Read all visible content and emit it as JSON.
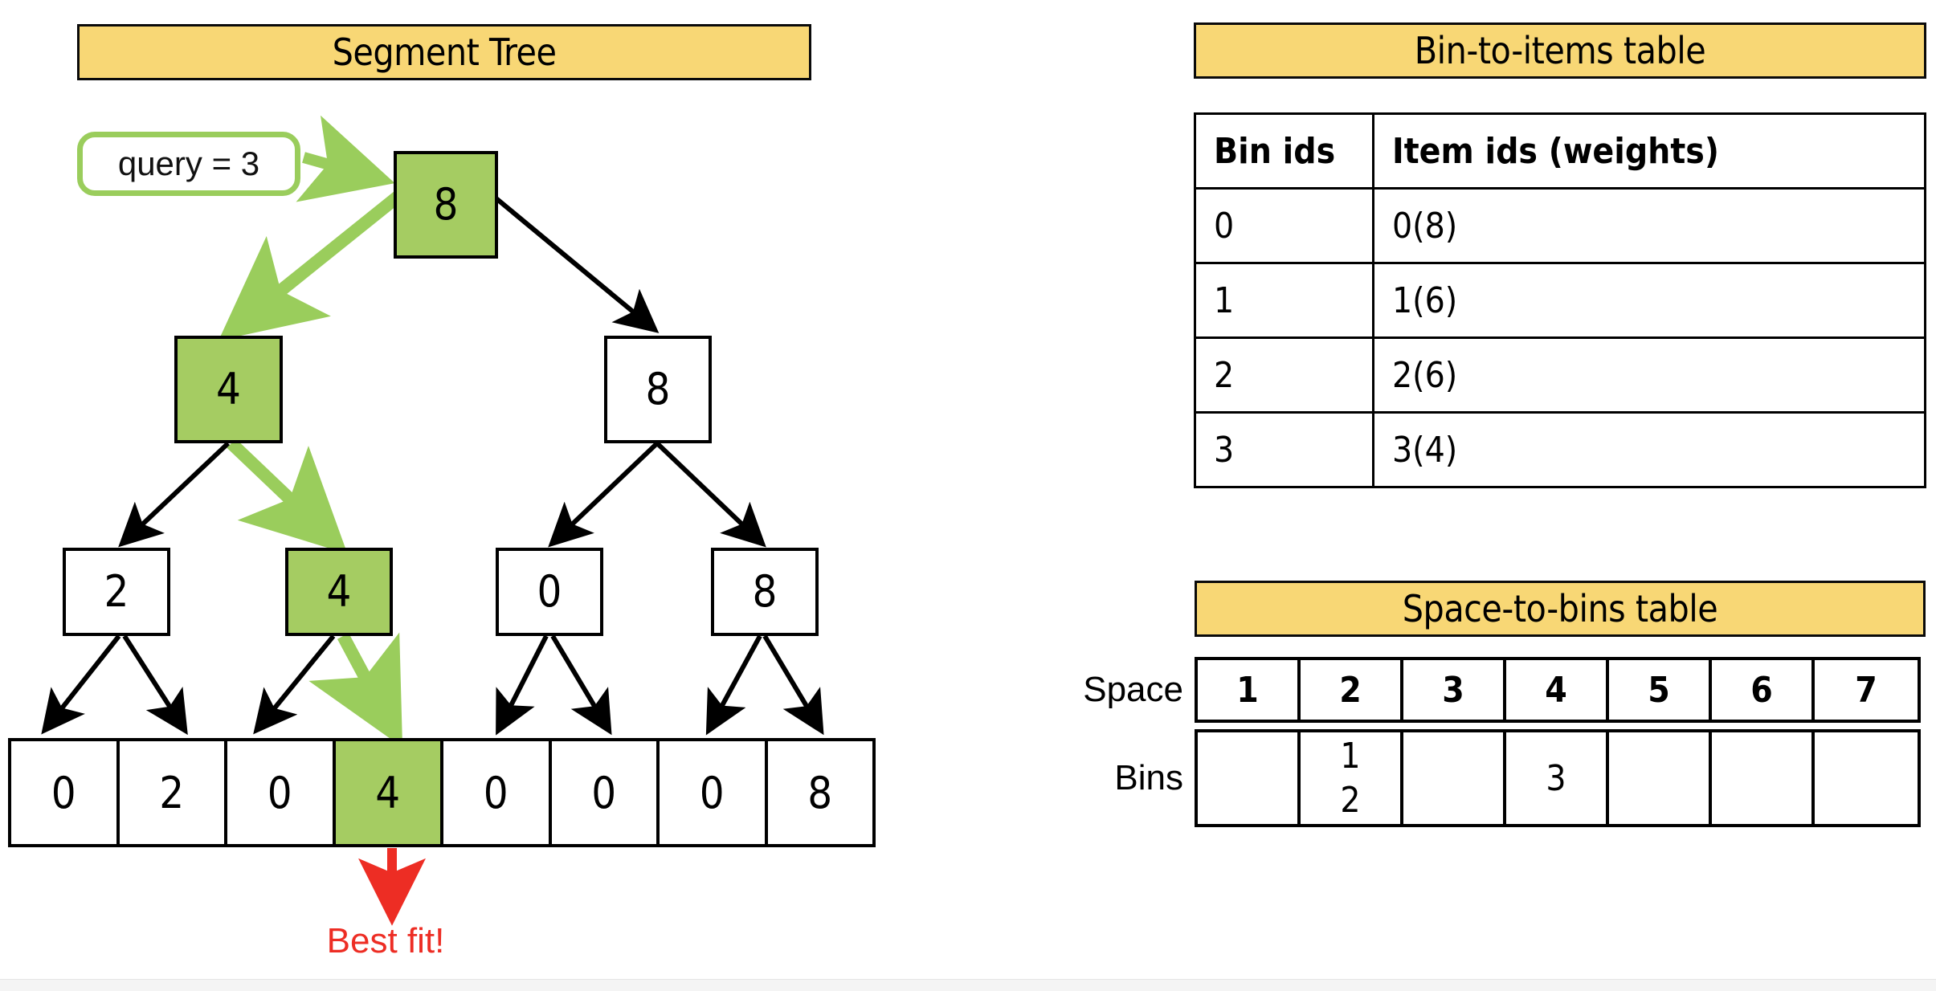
{
  "banners": {
    "segment_tree": "Segment Tree",
    "bin_to_items": "Bin-to-items table",
    "space_to_bins": "Space-to-bins table"
  },
  "colors": {
    "banner_fill": "#F8D775",
    "highlight_green": "#A5CC62",
    "arrow_green": "#9ACD5C",
    "alert_red": "#ED2D24",
    "outline_black": "#000000",
    "page_background": "#FFFFFF"
  },
  "segment_tree": {
    "query_label": "query = 3",
    "best_fit_label": "Best fit!",
    "levels": [
      {
        "level": 0,
        "nodes": [
          {
            "value": "8",
            "highlighted": true
          }
        ]
      },
      {
        "level": 1,
        "nodes": [
          {
            "value": "4",
            "highlighted": true
          },
          {
            "value": "8",
            "highlighted": false
          }
        ]
      },
      {
        "level": 2,
        "nodes": [
          {
            "value": "2",
            "highlighted": false
          },
          {
            "value": "4",
            "highlighted": true
          },
          {
            "value": "0",
            "highlighted": false
          },
          {
            "value": "8",
            "highlighted": false
          }
        ]
      }
    ],
    "leaves": [
      {
        "value": "0",
        "highlighted": false
      },
      {
        "value": "2",
        "highlighted": false
      },
      {
        "value": "0",
        "highlighted": false
      },
      {
        "value": "4",
        "highlighted": true
      },
      {
        "value": "0",
        "highlighted": false
      },
      {
        "value": "0",
        "highlighted": false
      },
      {
        "value": "0",
        "highlighted": false
      },
      {
        "value": "8",
        "highlighted": false
      }
    ]
  },
  "bin_to_items_table": {
    "headers": [
      "Bin ids",
      "Item ids (weights)"
    ],
    "rows": [
      [
        "0",
        "0(8)"
      ],
      [
        "1",
        "1(6)"
      ],
      [
        "2",
        "2(6)"
      ],
      [
        "3",
        "3(4)"
      ]
    ]
  },
  "space_to_bins_table": {
    "row_labels": {
      "space": "Space",
      "bins": "Bins"
    },
    "space_values": [
      "1",
      "2",
      "3",
      "4",
      "5",
      "6",
      "7"
    ],
    "bins_values": [
      [],
      [
        "1",
        "2"
      ],
      [],
      [
        "3"
      ],
      [],
      [],
      []
    ]
  },
  "chart_data": {
    "type": "diagram",
    "title": "Segment Tree",
    "description": "Segment tree best-fit query traversal with bin-to-items and space-to-bins lookup tables",
    "tree_levels": [
      [
        "8"
      ],
      [
        "4",
        "8"
      ],
      [
        "2",
        "4",
        "0",
        "8"
      ],
      [
        "0",
        "2",
        "0",
        "4",
        "0",
        "0",
        "0",
        "8"
      ]
    ],
    "highlighted_path": [
      "8",
      "4",
      "4",
      "4"
    ],
    "query": 3,
    "result_index": 3,
    "result_value": 4
  }
}
